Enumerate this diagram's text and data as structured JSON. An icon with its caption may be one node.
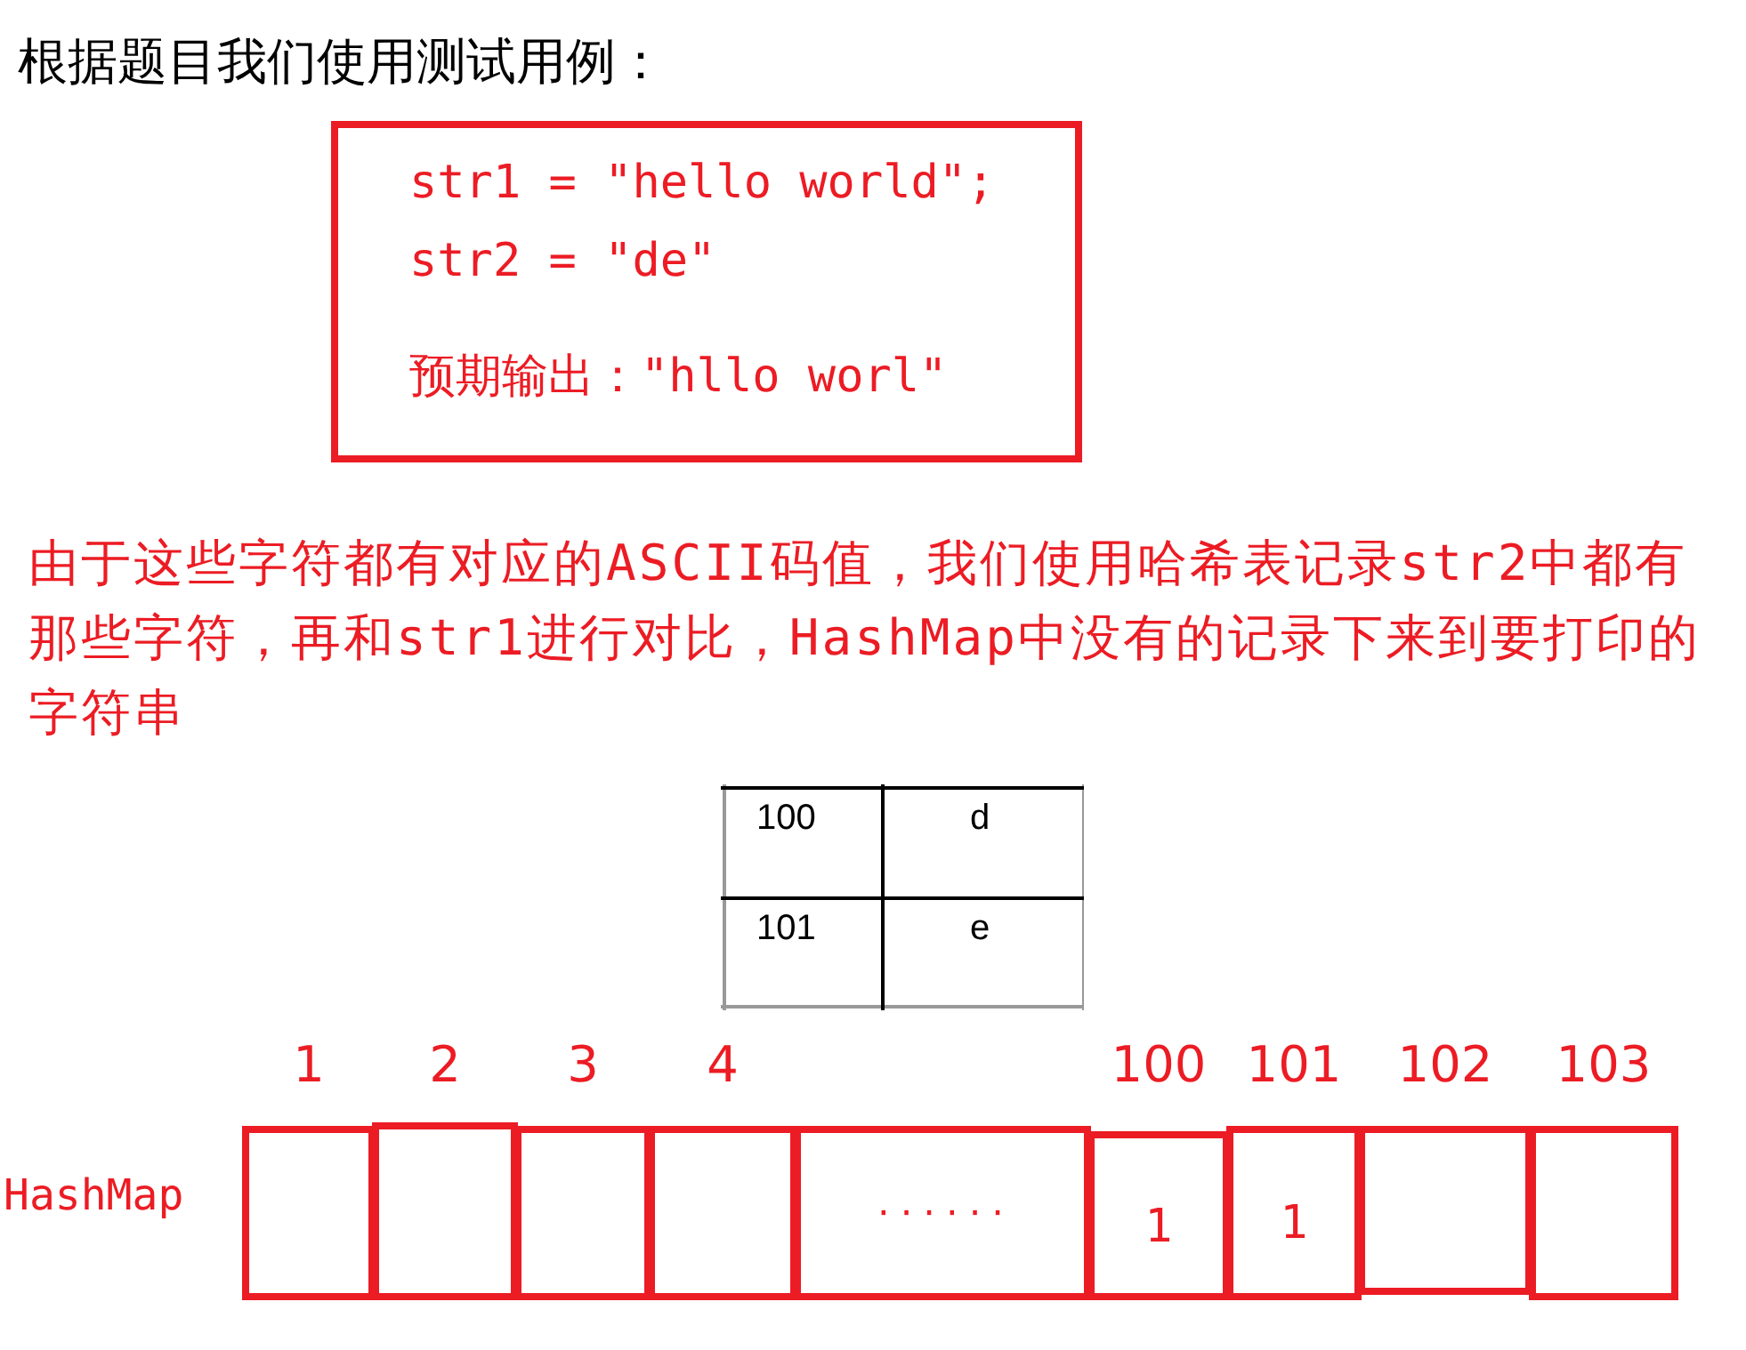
{
  "diagram": {
    "title": "根据题目我们使用测试用例：",
    "nodes": [
      {
        "text": [
          "str1 = \"hello world\";",
          "str2 = \"de\"",
          "预期输出：\"hllo worl\""
        ]
      },
      {
        "text": [],
        "shape": "box",
        "beside": [
          "1"
        ]
      },
      {
        "text": [],
        "shape": "box",
        "beside": [
          "2"
        ]
      },
      {
        "text": [],
        "shape": "box",
        "beside": [
          "3"
        ]
      },
      {
        "text": [],
        "shape": "box",
        "beside": [
          "4"
        ]
      },
      {
        "text": [
          "······"
        ]
      },
      {
        "text": [
          "1"
        ],
        "beside": [
          "100"
        ]
      },
      {
        "text": [
          "1"
        ],
        "beside": [
          "101"
        ]
      },
      {
        "text": [],
        "shape": "box",
        "beside": [
          "102"
        ]
      },
      {
        "text": [],
        "shape": "box",
        "beside": [
          "103"
        ]
      }
    ],
    "edges": [],
    "labels": [
      "由于这些字符都有对应的ASCII码值，我们使用哈希表记录str2中都有那些字符，再和str1进行对比，HashMap中没有的记录下来到要打印的字符串",
      "100",
      "d",
      "101",
      "e",
      "HashMap"
    ]
  }
}
